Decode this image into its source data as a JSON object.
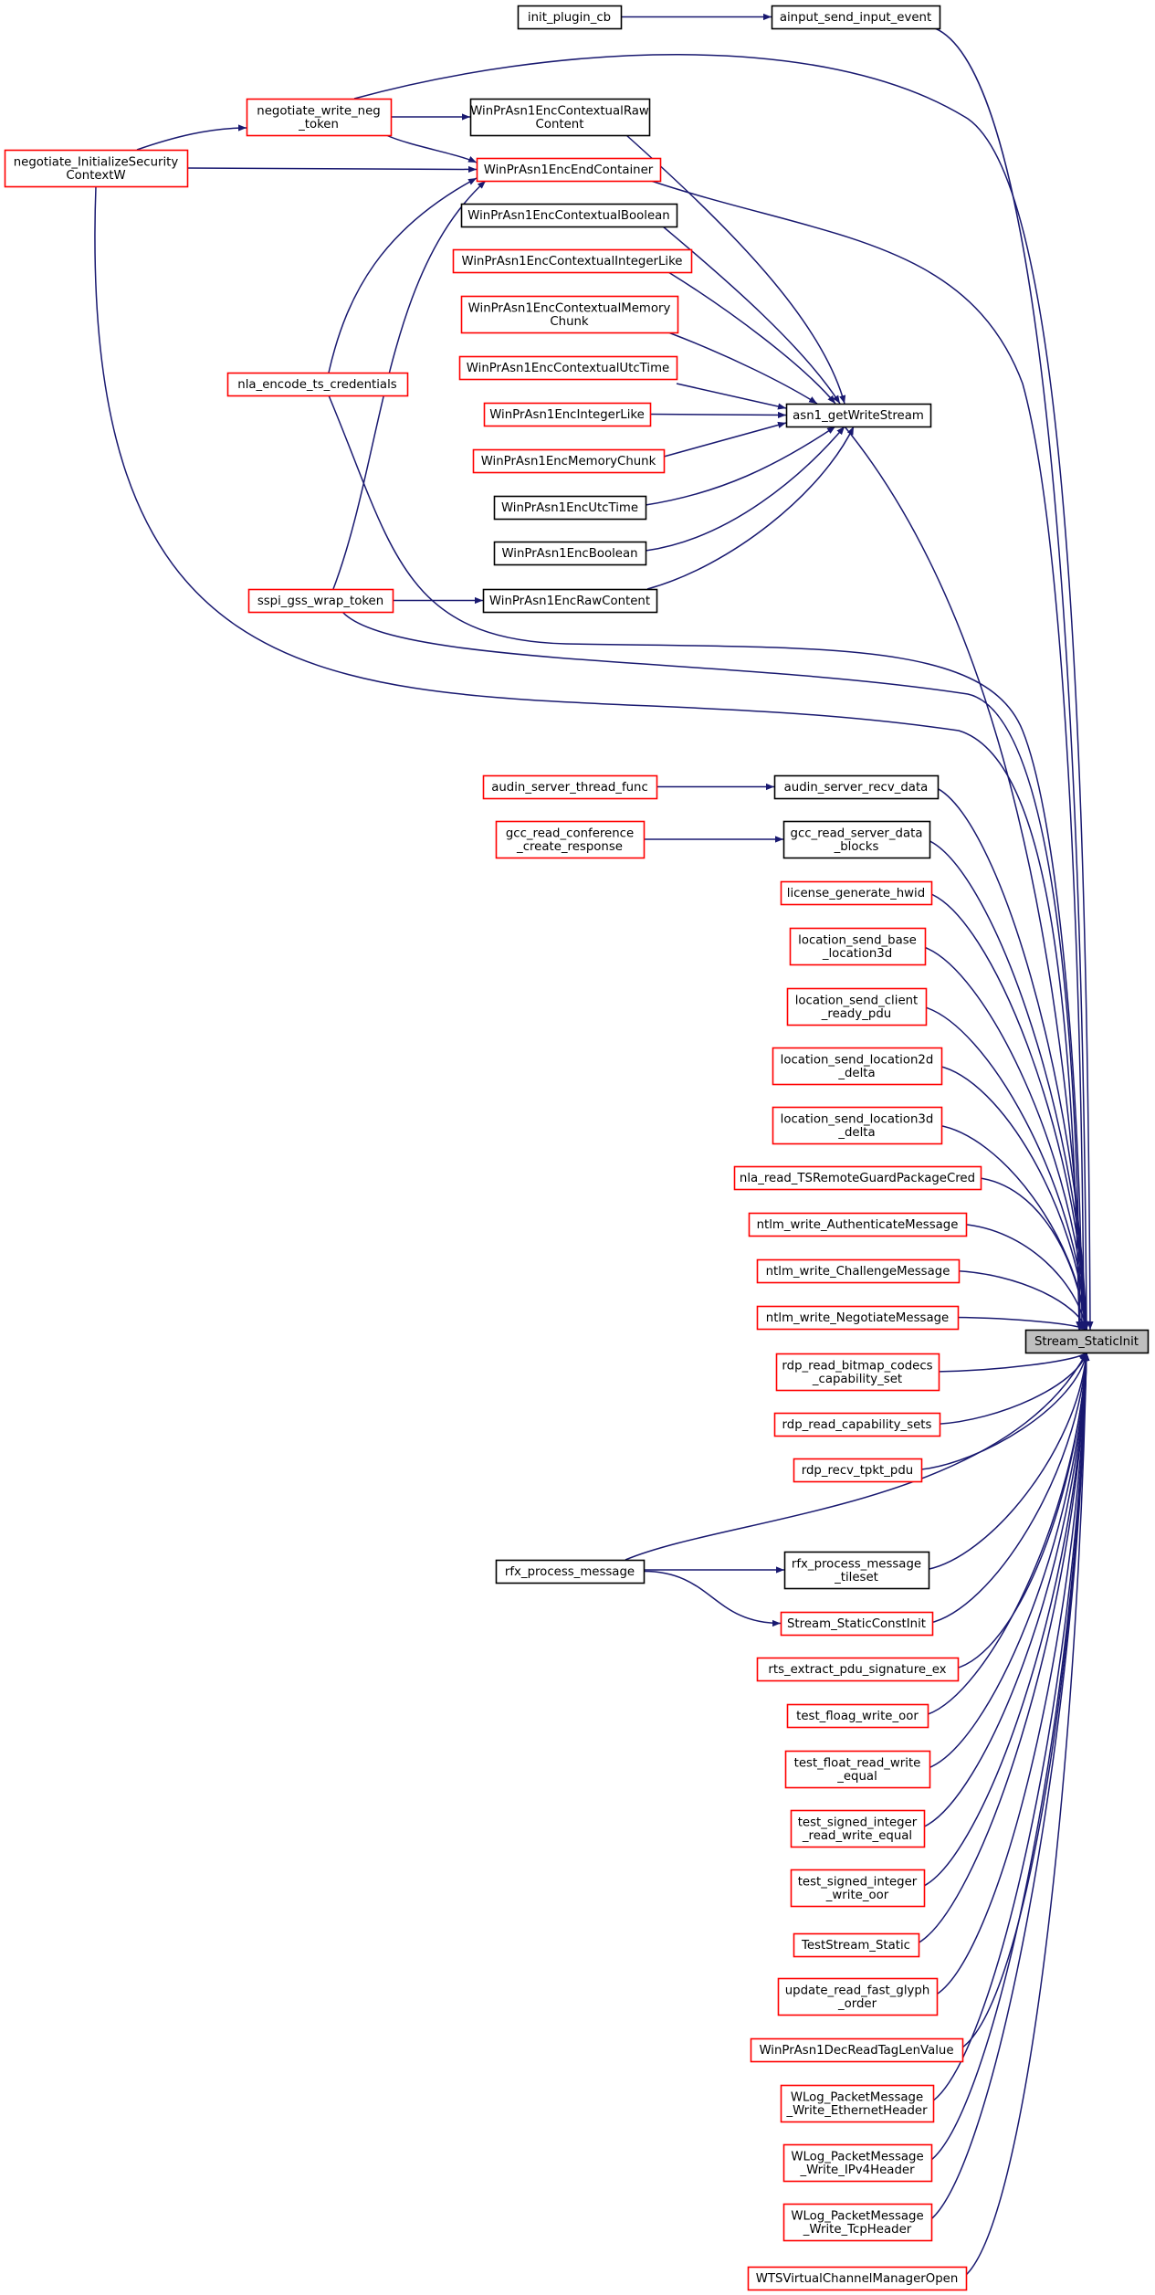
{
  "colors": {
    "edge": "#191970",
    "node_border_default": "#000000",
    "node_border_truncated": "#ff0000",
    "focus_fill": "#bfbfbf",
    "node_fill": "#ffffff"
  },
  "nodes": [
    {
      "id": "stream_staticinit",
      "lines": [
        "Stream_StaticInit"
      ],
      "style": "focus"
    },
    {
      "id": "init_plugin_cb",
      "lines": [
        "init_plugin_cb"
      ],
      "style": "normal"
    },
    {
      "id": "ainput_send_input_event",
      "lines": [
        "ainput_send_input_event"
      ],
      "style": "normal"
    },
    {
      "id": "negotiate_write_neg_token",
      "lines": [
        "negotiate_write_neg",
        "_token"
      ],
      "style": "truncated"
    },
    {
      "id": "winprasn1enccontextualrawcontent",
      "lines": [
        "WinPrAsn1EncContextualRaw",
        "Content"
      ],
      "style": "normal"
    },
    {
      "id": "negotiate_initializesecuritycontextw",
      "lines": [
        "negotiate_InitializeSecurity",
        "ContextW"
      ],
      "style": "truncated"
    },
    {
      "id": "winprasn1encendcontainer",
      "lines": [
        "WinPrAsn1EncEndContainer"
      ],
      "style": "truncated"
    },
    {
      "id": "winprasn1enccontextualboolean",
      "lines": [
        "WinPrAsn1EncContextualBoolean"
      ],
      "style": "normal"
    },
    {
      "id": "winprasn1enccontextualintegerlike",
      "lines": [
        "WinPrAsn1EncContextualIntegerLike"
      ],
      "style": "truncated"
    },
    {
      "id": "winprasn1enccontextualmemorychunk",
      "lines": [
        "WinPrAsn1EncContextualMemory",
        "Chunk"
      ],
      "style": "truncated"
    },
    {
      "id": "winprasn1enccontextualutctime",
      "lines": [
        "WinPrAsn1EncContextualUtcTime"
      ],
      "style": "truncated"
    },
    {
      "id": "nla_encode_ts_credentials",
      "lines": [
        "nla_encode_ts_credentials"
      ],
      "style": "truncated"
    },
    {
      "id": "winprasn1encintegerlike",
      "lines": [
        "WinPrAsn1EncIntegerLike"
      ],
      "style": "truncated"
    },
    {
      "id": "asn1_getwritestream",
      "lines": [
        "asn1_getWriteStream"
      ],
      "style": "normal"
    },
    {
      "id": "winprasn1encmemorychunk",
      "lines": [
        "WinPrAsn1EncMemoryChunk"
      ],
      "style": "truncated"
    },
    {
      "id": "winprasn1encutctime",
      "lines": [
        "WinPrAsn1EncUtcTime"
      ],
      "style": "normal"
    },
    {
      "id": "winprasn1encboolean",
      "lines": [
        "WinPrAsn1EncBoolean"
      ],
      "style": "normal"
    },
    {
      "id": "sspi_gss_wrap_token",
      "lines": [
        "sspi_gss_wrap_token"
      ],
      "style": "truncated"
    },
    {
      "id": "winprasn1encrawcontent",
      "lines": [
        "WinPrAsn1EncRawContent"
      ],
      "style": "normal"
    },
    {
      "id": "audin_server_thread_func",
      "lines": [
        "audin_server_thread_func"
      ],
      "style": "truncated"
    },
    {
      "id": "audin_server_recv_data",
      "lines": [
        "audin_server_recv_data"
      ],
      "style": "normal"
    },
    {
      "id": "gcc_read_conference_create_response",
      "lines": [
        "gcc_read_conference",
        "_create_response"
      ],
      "style": "truncated"
    },
    {
      "id": "gcc_read_server_data_blocks",
      "lines": [
        "gcc_read_server_data",
        "_blocks"
      ],
      "style": "normal"
    },
    {
      "id": "license_generate_hwid",
      "lines": [
        "license_generate_hwid"
      ],
      "style": "truncated"
    },
    {
      "id": "location_send_base_location3d",
      "lines": [
        "location_send_base",
        "_location3d"
      ],
      "style": "truncated"
    },
    {
      "id": "location_send_client_ready_pdu",
      "lines": [
        "location_send_client",
        "_ready_pdu"
      ],
      "style": "truncated"
    },
    {
      "id": "location_send_location2d_delta",
      "lines": [
        "location_send_location2d",
        "_delta"
      ],
      "style": "truncated"
    },
    {
      "id": "location_send_location3d_delta",
      "lines": [
        "location_send_location3d",
        "_delta"
      ],
      "style": "truncated"
    },
    {
      "id": "nla_read_tsremoteguardpackagecred",
      "lines": [
        "nla_read_TSRemoteGuardPackageCred"
      ],
      "style": "truncated"
    },
    {
      "id": "ntlm_write_authenticatemessage",
      "lines": [
        "ntlm_write_AuthenticateMessage"
      ],
      "style": "truncated"
    },
    {
      "id": "ntlm_write_challengemessage",
      "lines": [
        "ntlm_write_ChallengeMessage"
      ],
      "style": "truncated"
    },
    {
      "id": "ntlm_write_negotiatemessage",
      "lines": [
        "ntlm_write_NegotiateMessage"
      ],
      "style": "truncated"
    },
    {
      "id": "rdp_read_bitmap_codecs_capability_set",
      "lines": [
        "rdp_read_bitmap_codecs",
        "_capability_set"
      ],
      "style": "truncated"
    },
    {
      "id": "rdp_read_capability_sets",
      "lines": [
        "rdp_read_capability_sets"
      ],
      "style": "truncated"
    },
    {
      "id": "rdp_recv_tpkt_pdu",
      "lines": [
        "rdp_recv_tpkt_pdu"
      ],
      "style": "truncated"
    },
    {
      "id": "rfx_process_message",
      "lines": [
        "rfx_process_message"
      ],
      "style": "normal"
    },
    {
      "id": "rfx_process_message_tileset",
      "lines": [
        "rfx_process_message",
        "_tileset"
      ],
      "style": "normal"
    },
    {
      "id": "stream_staticconstinit",
      "lines": [
        "Stream_StaticConstInit"
      ],
      "style": "truncated"
    },
    {
      "id": "rts_extract_pdu_signature_ex",
      "lines": [
        "rts_extract_pdu_signature_ex"
      ],
      "style": "truncated"
    },
    {
      "id": "test_floag_write_oor",
      "lines": [
        "test_floag_write_oor"
      ],
      "style": "truncated"
    },
    {
      "id": "test_float_read_write_equal",
      "lines": [
        "test_float_read_write",
        "_equal"
      ],
      "style": "truncated"
    },
    {
      "id": "test_signed_integer_read_write_equal",
      "lines": [
        "test_signed_integer",
        "_read_write_equal"
      ],
      "style": "truncated"
    },
    {
      "id": "test_signed_integer_write_oor",
      "lines": [
        "test_signed_integer",
        "_write_oor"
      ],
      "style": "truncated"
    },
    {
      "id": "teststream_static",
      "lines": [
        "TestStream_Static"
      ],
      "style": "truncated"
    },
    {
      "id": "update_read_fast_glyph_order",
      "lines": [
        "update_read_fast_glyph",
        "_order"
      ],
      "style": "truncated"
    },
    {
      "id": "winprasn1decreadtaglenvalue",
      "lines": [
        "WinPrAsn1DecReadTagLenValue"
      ],
      "style": "truncated"
    },
    {
      "id": "wlog_packetmessage_write_ethernetheader",
      "lines": [
        "WLog_PacketMessage",
        "_Write_EthernetHeader"
      ],
      "style": "truncated"
    },
    {
      "id": "wlog_packetmessage_write_ipv4header",
      "lines": [
        "WLog_PacketMessage",
        "_Write_IPv4Header"
      ],
      "style": "truncated"
    },
    {
      "id": "wlog_packetmessage_write_tcpheader",
      "lines": [
        "WLog_PacketMessage",
        "_Write_TcpHeader"
      ],
      "style": "truncated"
    },
    {
      "id": "wtsvirtualchannelmanageropen",
      "lines": [
        "WTSVirtualChannelManagerOpen"
      ],
      "style": "truncated"
    }
  ],
  "edges": [
    [
      "init_plugin_cb",
      "ainput_send_input_event"
    ],
    [
      "ainput_send_input_event",
      "stream_staticinit"
    ],
    [
      "negotiate_initializesecuritycontextw",
      "negotiate_write_neg_token"
    ],
    [
      "negotiate_initializesecuritycontextw",
      "winprasn1encendcontainer"
    ],
    [
      "negotiate_initializesecuritycontextw",
      "stream_staticinit"
    ],
    [
      "negotiate_write_neg_token",
      "winprasn1enccontextualrawcontent"
    ],
    [
      "negotiate_write_neg_token",
      "winprasn1encendcontainer"
    ],
    [
      "negotiate_write_neg_token",
      "stream_staticinit"
    ],
    [
      "winprasn1enccontextualrawcontent",
      "asn1_getwritestream"
    ],
    [
      "winprasn1encendcontainer",
      "stream_staticinit"
    ],
    [
      "winprasn1enccontextualboolean",
      "asn1_getwritestream"
    ],
    [
      "winprasn1enccontextualintegerlike",
      "asn1_getwritestream"
    ],
    [
      "winprasn1enccontextualmemorychunk",
      "asn1_getwritestream"
    ],
    [
      "winprasn1enccontextualutctime",
      "asn1_getwritestream"
    ],
    [
      "winprasn1encintegerlike",
      "asn1_getwritestream"
    ],
    [
      "winprasn1encmemorychunk",
      "asn1_getwritestream"
    ],
    [
      "winprasn1encutctime",
      "asn1_getwritestream"
    ],
    [
      "winprasn1encboolean",
      "asn1_getwritestream"
    ],
    [
      "winprasn1encrawcontent",
      "asn1_getwritestream"
    ],
    [
      "nla_encode_ts_credentials",
      "winprasn1encendcontainer"
    ],
    [
      "nla_encode_ts_credentials",
      "stream_staticinit"
    ],
    [
      "sspi_gss_wrap_token",
      "winprasn1encendcontainer"
    ],
    [
      "sspi_gss_wrap_token",
      "winprasn1encrawcontent"
    ],
    [
      "sspi_gss_wrap_token",
      "stream_staticinit"
    ],
    [
      "asn1_getwritestream",
      "stream_staticinit"
    ],
    [
      "audin_server_thread_func",
      "audin_server_recv_data"
    ],
    [
      "audin_server_recv_data",
      "stream_staticinit"
    ],
    [
      "gcc_read_conference_create_response",
      "gcc_read_server_data_blocks"
    ],
    [
      "gcc_read_server_data_blocks",
      "stream_staticinit"
    ],
    [
      "license_generate_hwid",
      "stream_staticinit"
    ],
    [
      "location_send_base_location3d",
      "stream_staticinit"
    ],
    [
      "location_send_client_ready_pdu",
      "stream_staticinit"
    ],
    [
      "location_send_location2d_delta",
      "stream_staticinit"
    ],
    [
      "location_send_location3d_delta",
      "stream_staticinit"
    ],
    [
      "nla_read_tsremoteguardpackagecred",
      "stream_staticinit"
    ],
    [
      "ntlm_write_authenticatemessage",
      "stream_staticinit"
    ],
    [
      "ntlm_write_challengemessage",
      "stream_staticinit"
    ],
    [
      "ntlm_write_negotiatemessage",
      "stream_staticinit"
    ],
    [
      "rdp_read_bitmap_codecs_capability_set",
      "stream_staticinit"
    ],
    [
      "rdp_read_capability_sets",
      "stream_staticinit"
    ],
    [
      "rdp_recv_tpkt_pdu",
      "stream_staticinit"
    ],
    [
      "rfx_process_message",
      "stream_staticinit"
    ],
    [
      "rfx_process_message",
      "rfx_process_message_tileset"
    ],
    [
      "rfx_process_message",
      "stream_staticconstinit"
    ],
    [
      "rfx_process_message_tileset",
      "stream_staticinit"
    ],
    [
      "stream_staticconstinit",
      "stream_staticinit"
    ],
    [
      "rts_extract_pdu_signature_ex",
      "stream_staticinit"
    ],
    [
      "test_floag_write_oor",
      "stream_staticinit"
    ],
    [
      "test_float_read_write_equal",
      "stream_staticinit"
    ],
    [
      "test_signed_integer_read_write_equal",
      "stream_staticinit"
    ],
    [
      "test_signed_integer_write_oor",
      "stream_staticinit"
    ],
    [
      "teststream_static",
      "stream_staticinit"
    ],
    [
      "update_read_fast_glyph_order",
      "stream_staticinit"
    ],
    [
      "winprasn1decreadtaglenvalue",
      "stream_staticinit"
    ],
    [
      "wlog_packetmessage_write_ethernetheader",
      "stream_staticinit"
    ],
    [
      "wlog_packetmessage_write_ipv4header",
      "stream_staticinit"
    ],
    [
      "wlog_packetmessage_write_tcpheader",
      "stream_staticinit"
    ],
    [
      "wtsvirtualchannelmanageropen",
      "stream_staticinit"
    ]
  ]
}
